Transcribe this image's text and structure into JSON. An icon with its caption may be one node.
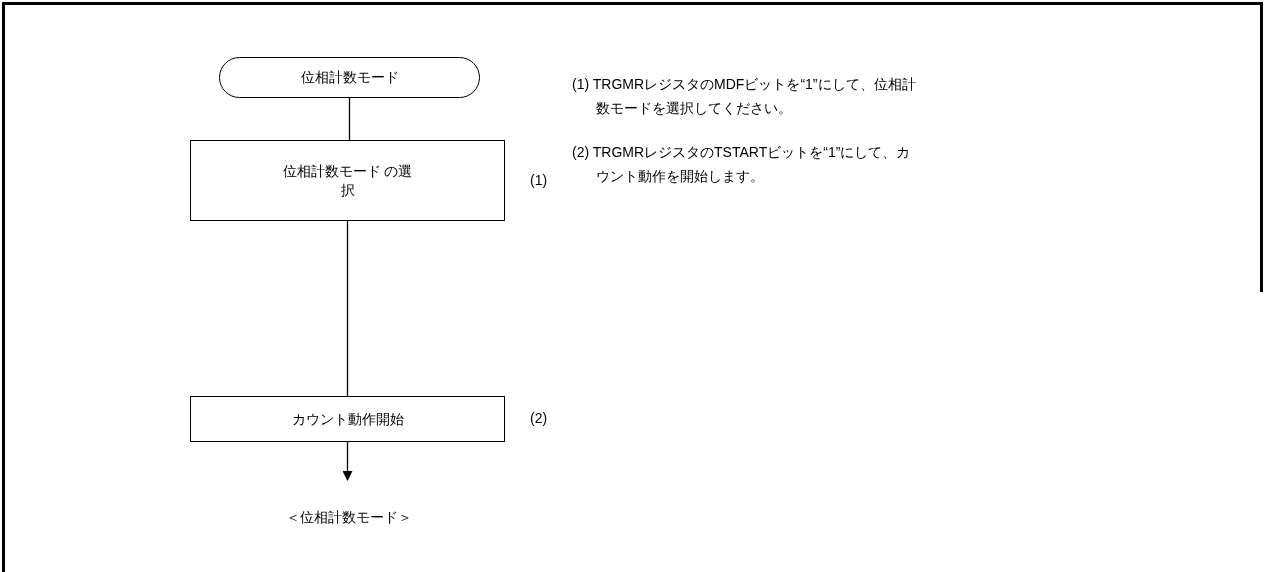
{
  "diagram": {
    "nodes": [
      {
        "text": [
          "位相計数モード"
        ]
      },
      {
        "text": [
          "位相計数モード の選択"
        ],
        "beside": [
          "(1)"
        ]
      },
      {
        "text": [
          "カウント動作開始"
        ],
        "beside": [
          "(2)"
        ]
      },
      {
        "text": [
          "＜位相計数モード＞"
        ]
      }
    ],
    "edges": [
      {
        "from": 0,
        "to": 1,
        "arrow": "none"
      },
      {
        "from": 1,
        "to": 2,
        "arrow": "none"
      },
      {
        "from": 2,
        "to": 3,
        "arrow": "to"
      }
    ],
    "labels": [
      "(1) TRGMRレジスタのMDFビットを“1”にして、位相計数モードを選択してください。",
      "(2) TRGMRレジスタのTSTARTビットを“1”にして、カウント動作を開始します。"
    ]
  }
}
